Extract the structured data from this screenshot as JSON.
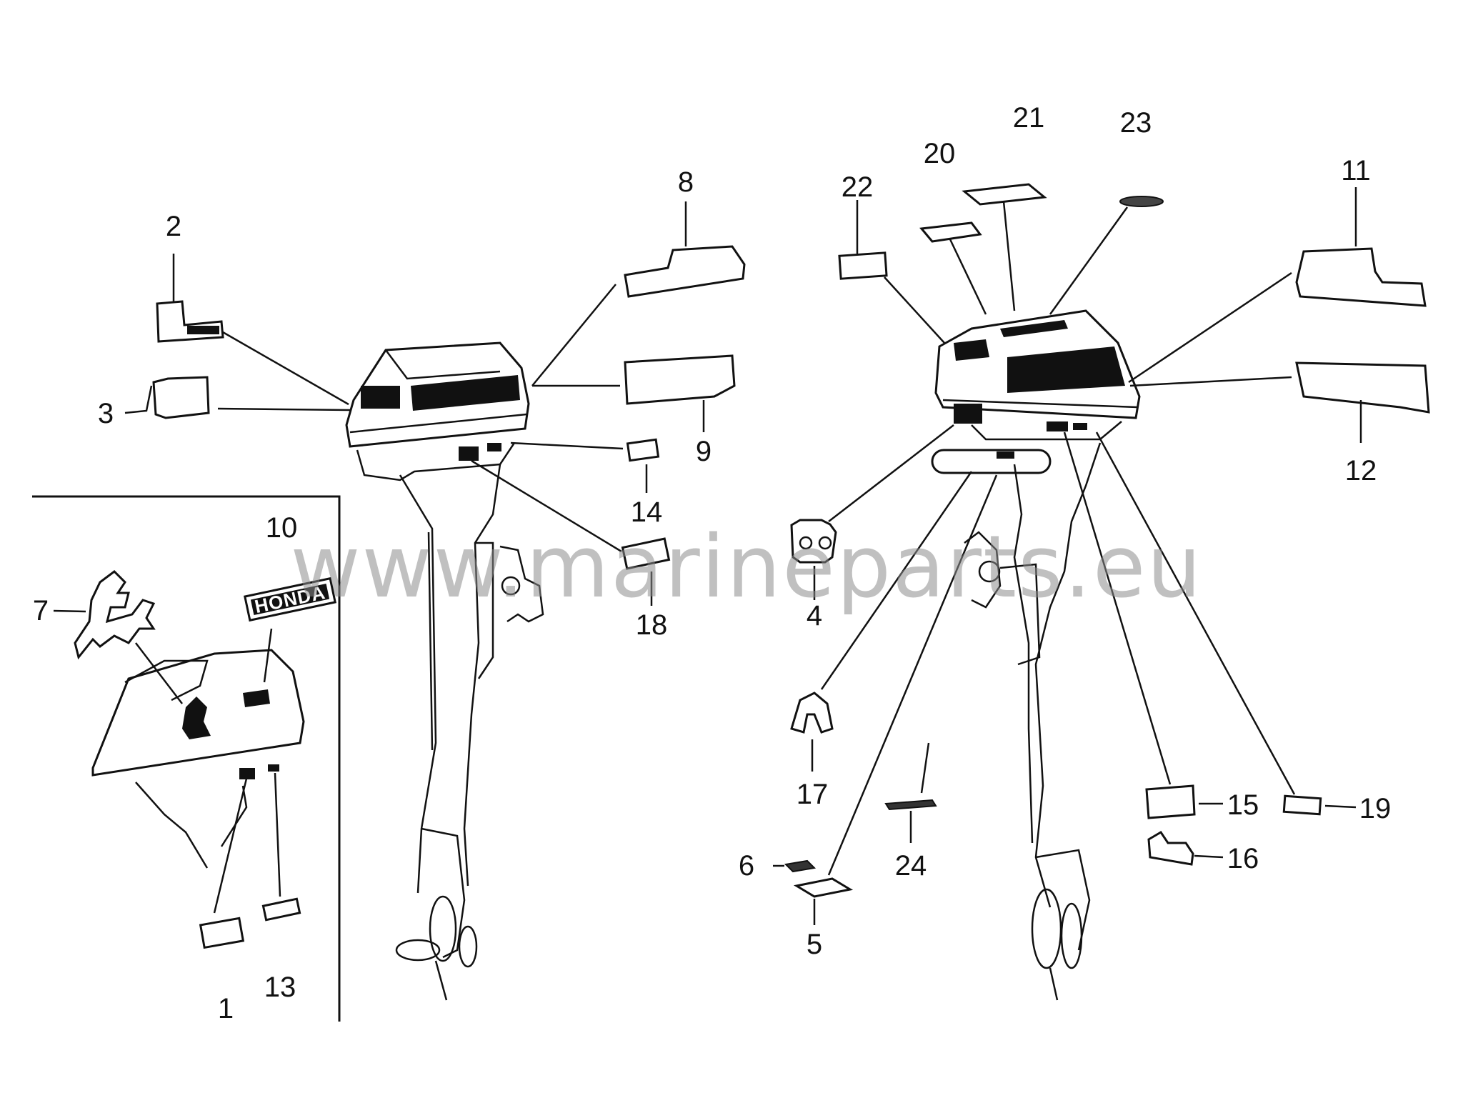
{
  "diagram": {
    "inset_logo_text": "HONDA",
    "watermark": "www.marineparts.eu",
    "callouts": {
      "c1": "1",
      "c2": "2",
      "c3": "3",
      "c4": "4",
      "c5": "5",
      "c6": "6",
      "c7": "7",
      "c8": "8",
      "c9": "9",
      "c10": "10",
      "c11": "11",
      "c12": "12",
      "c13": "13",
      "c14": "14",
      "c15": "15",
      "c16": "16",
      "c17": "17",
      "c18": "18",
      "c19": "19",
      "c20": "20",
      "c21": "21",
      "c22": "22",
      "c23": "23",
      "c24": "24"
    }
  }
}
